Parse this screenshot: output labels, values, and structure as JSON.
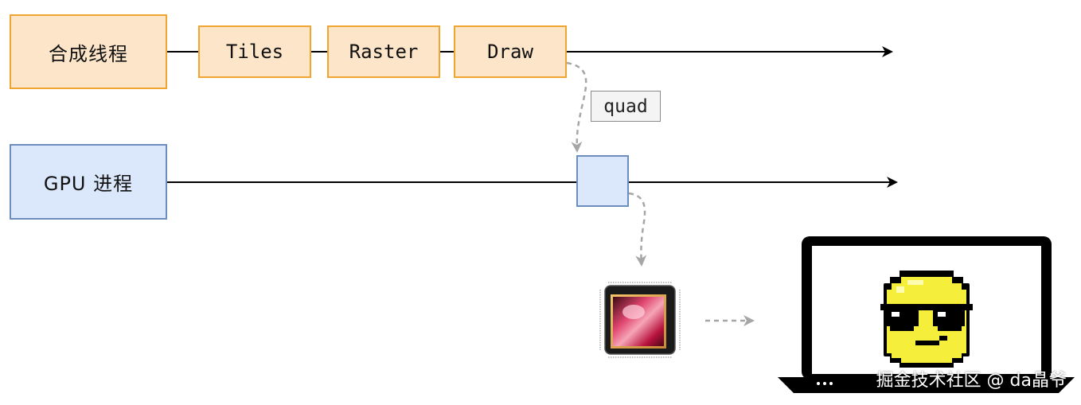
{
  "nodes": {
    "compositor_thread": "合成线程",
    "tiles": "Tiles",
    "raster": "Raster",
    "draw": "Draw",
    "gpu_process": "GPU 进程"
  },
  "edge_labels": {
    "quad": "quad"
  },
  "icons": {
    "chip": "gpu-chip-icon",
    "laptop": "laptop-icon",
    "face": "cool-smiley-face-icon"
  },
  "watermark": "掘金技术社区 @ da晶爷",
  "colors": {
    "orange_fill": "#fce5c8",
    "orange_stroke": "#f0a531",
    "blue_fill": "#dbe7fb",
    "blue_stroke": "#6c8ebf",
    "dashed_arrow": "#a6a6a6"
  }
}
